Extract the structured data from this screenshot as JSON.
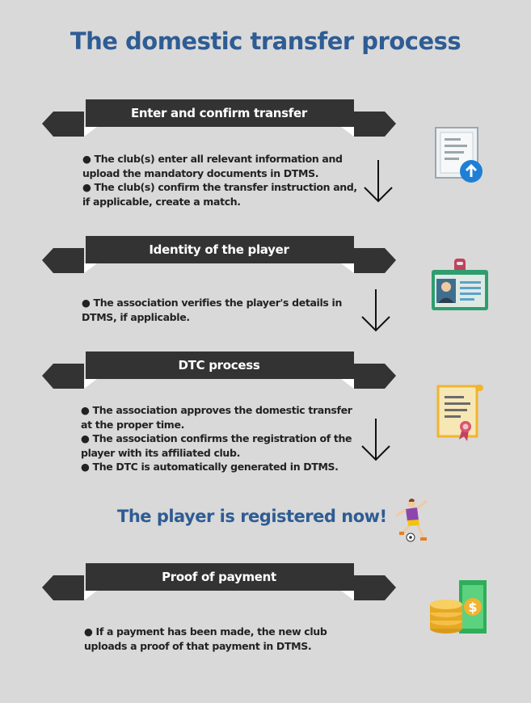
{
  "title": "The domestic transfer process",
  "steps": [
    {
      "label": "Enter and confirm transfer",
      "bullets": [
        "● The club(s) enter all relevant information and upload the mandatory documents in DTMS.",
        "● The club(s) confirm the transfer instruction and, if applicable, create a match."
      ],
      "icon": "document-upload-icon"
    },
    {
      "label": "Identity of the player",
      "bullets": [
        "● The association verifies the player's details in DTMS, if applicable."
      ],
      "icon": "id-badge-icon"
    },
    {
      "label": "DTC process",
      "bullets": [
        "● The association approves the domestic transfer at the proper time.",
        "● The association confirms the registration of the player with its affiliated club.",
        "● The DTC is automatically generated in DTMS."
      ],
      "icon": "certificate-icon"
    }
  ],
  "registered_text": "The player is registered now!",
  "registered_icon": "football-player-icon",
  "payment": {
    "label": "Proof of payment",
    "bullets": [
      "● If a payment has been made, the new club uploads a proof of that payment in DTMS."
    ],
    "icon": "money-coins-icon"
  },
  "colors": {
    "background": "#d9d9d9",
    "title": "#2e5c94",
    "banner": "#333333",
    "banner_fold": "#ffffff"
  }
}
